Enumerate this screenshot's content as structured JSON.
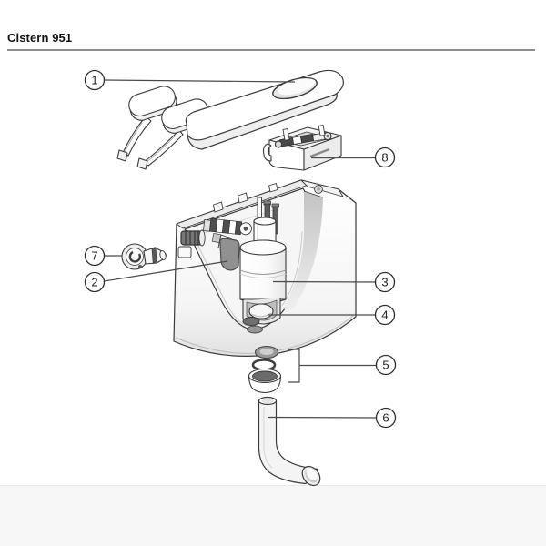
{
  "title": "Cistern 951",
  "callouts": [
    {
      "label": "1"
    },
    {
      "label": "2"
    },
    {
      "label": "3"
    },
    {
      "label": "4"
    },
    {
      "label": "5"
    },
    {
      "label": "6"
    },
    {
      "label": "7"
    },
    {
      "label": "8"
    }
  ],
  "colors": {
    "line": "#3a3a3a",
    "leader": "#4a4a4a",
    "title_text": "#111111",
    "title_rule": "#8d8d8d",
    "background": "#ffffff",
    "footer_strip": "#f7f7f7",
    "dark_part": "#6f6f6f",
    "mid_shade": "#919191",
    "light_shade": "#e6e6e6"
  }
}
